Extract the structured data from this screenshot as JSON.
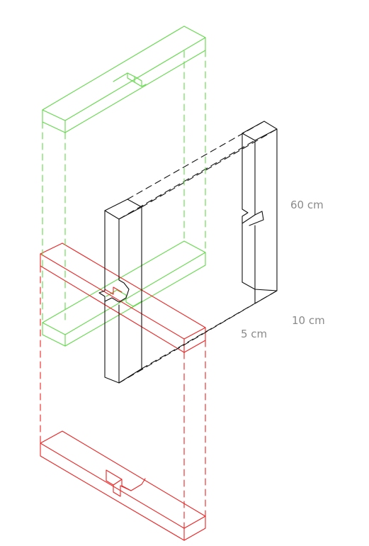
{
  "colors": {
    "black": "#111111",
    "green": "#63d94a",
    "red": "#ee2222",
    "dimension_text": "#8a8a8a"
  },
  "dimensions": {
    "length": "60 cm",
    "width": "10 cm",
    "thickness": "5 cm"
  }
}
